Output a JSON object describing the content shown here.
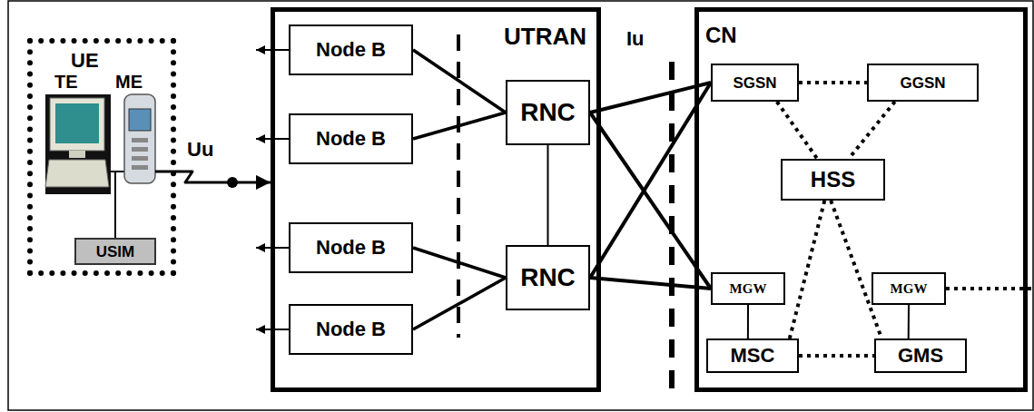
{
  "diagram": {
    "nodes": [
      {
        "text": [
          "UE"
        ]
      },
      {
        "text": [
          "USIM"
        ],
        "in": 0
      },
      {
        "text": [
          "UTRAN"
        ]
      },
      {
        "text": [
          "Node B"
        ],
        "in": 2
      },
      {
        "text": [
          "Node B"
        ],
        "in": 2
      },
      {
        "text": [
          "Node B"
        ],
        "in": 2
      },
      {
        "text": [
          "Node B"
        ],
        "in": 2
      },
      {
        "text": [
          "RNC"
        ],
        "in": 2
      },
      {
        "text": [
          "RNC"
        ],
        "in": 2
      },
      {
        "text": [
          "CN"
        ]
      },
      {
        "text": [
          "SGSN"
        ],
        "in": 9
      },
      {
        "text": [
          "GGSN"
        ],
        "in": 9
      },
      {
        "text": [
          "HSS"
        ],
        "in": 9
      },
      {
        "text": [
          "MGW"
        ],
        "in": 9
      },
      {
        "text": [
          "MGW"
        ],
        "in": 9
      },
      {
        "text": [
          "MSC"
        ],
        "in": 9
      },
      {
        "text": [
          "GMS"
        ],
        "in": 9
      }
    ],
    "edges": [
      {
        "from": 0,
        "to": 2,
        "arrow": "to"
      },
      {
        "from": 3,
        "to": 7,
        "arrow": "none"
      },
      {
        "from": 4,
        "to": 7,
        "arrow": "none"
      },
      {
        "from": 5,
        "to": 8,
        "arrow": "none"
      },
      {
        "from": 6,
        "to": 8,
        "arrow": "none"
      },
      {
        "from": 7,
        "to": 8,
        "arrow": "none"
      },
      {
        "from": 7,
        "to": 10,
        "arrow": "none"
      },
      {
        "from": 7,
        "to": 13,
        "arrow": "none"
      },
      {
        "from": 8,
        "to": 10,
        "arrow": "none"
      },
      {
        "from": 8,
        "to": 13,
        "arrow": "none"
      },
      {
        "from": 10,
        "to": 11,
        "arrow": "none"
      },
      {
        "from": 10,
        "to": 12,
        "arrow": "none"
      },
      {
        "from": 11,
        "to": 12,
        "arrow": "none"
      },
      {
        "from": 12,
        "to": 15,
        "arrow": "none"
      },
      {
        "from": 12,
        "to": 16,
        "arrow": "none"
      },
      {
        "from": 15,
        "to": 16,
        "arrow": "none"
      },
      {
        "from": 13,
        "to": 15,
        "arrow": "none"
      },
      {
        "from": 14,
        "to": 16,
        "arrow": "none"
      }
    ],
    "labels": [
      "TE",
      "ME",
      "Uu",
      "Iu"
    ]
  }
}
